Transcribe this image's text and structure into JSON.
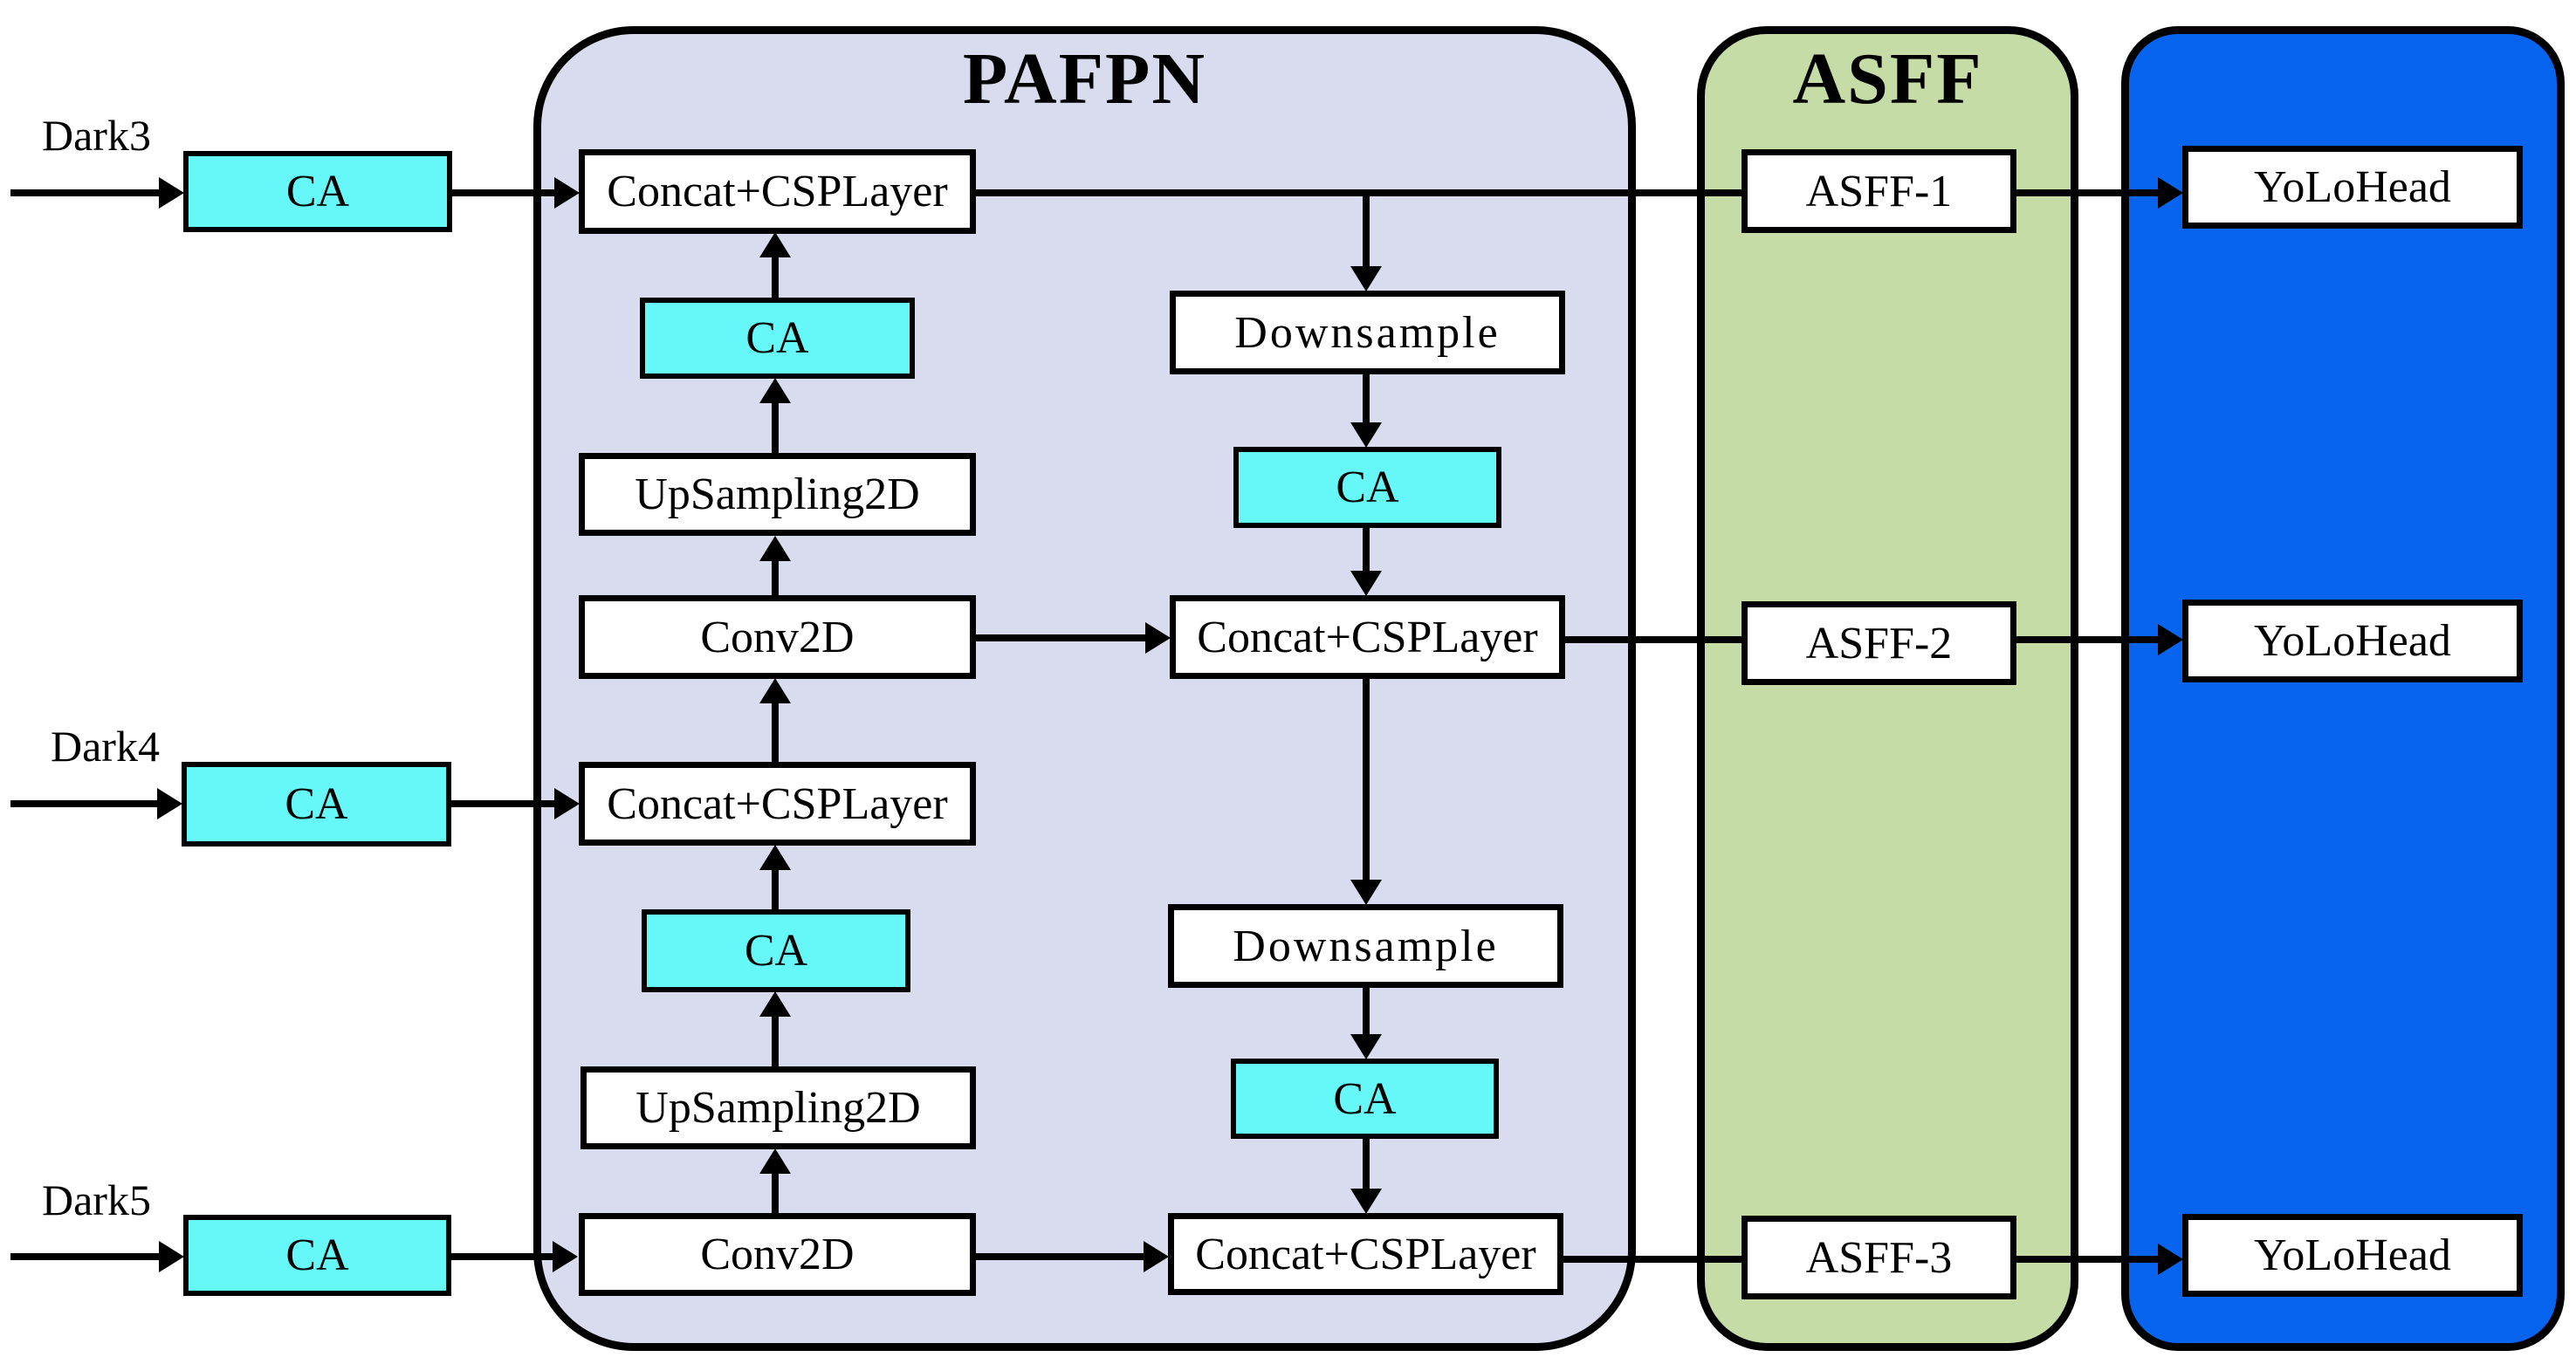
{
  "diagram": {
    "inputs": [
      {
        "label": "Dark3",
        "block": "CA"
      },
      {
        "label": "Dark4",
        "block": "CA"
      },
      {
        "label": "Dark5",
        "block": "CA"
      }
    ],
    "pafpn": {
      "title": "PAFPN",
      "left_column": [
        "Concat+CSPLayer",
        "CA",
        "UpSampling2D",
        "Conv2D",
        "Concat+CSPLayer",
        "CA",
        "UpSampling2D",
        "Conv2D"
      ],
      "right_column": [
        "Downsample",
        "CA",
        "Concat+CSPLayer",
        "Downsample",
        "CA",
        "Concat+CSPLayer"
      ]
    },
    "asff": {
      "title": "ASFF",
      "boxes": [
        "ASFF-1",
        "ASFF-2",
        "ASFF-3"
      ]
    },
    "head": {
      "boxes": [
        "YoLoHead",
        "YoLoHead",
        "YoLoHead"
      ]
    },
    "colors": {
      "pafpn_fill": "#d8dcee",
      "asff_fill": "#c5dca7",
      "head_fill": "#0764ee",
      "ca_fill": "#66f8f8",
      "node_fill": "#ffffff",
      "line": "#000000"
    }
  }
}
